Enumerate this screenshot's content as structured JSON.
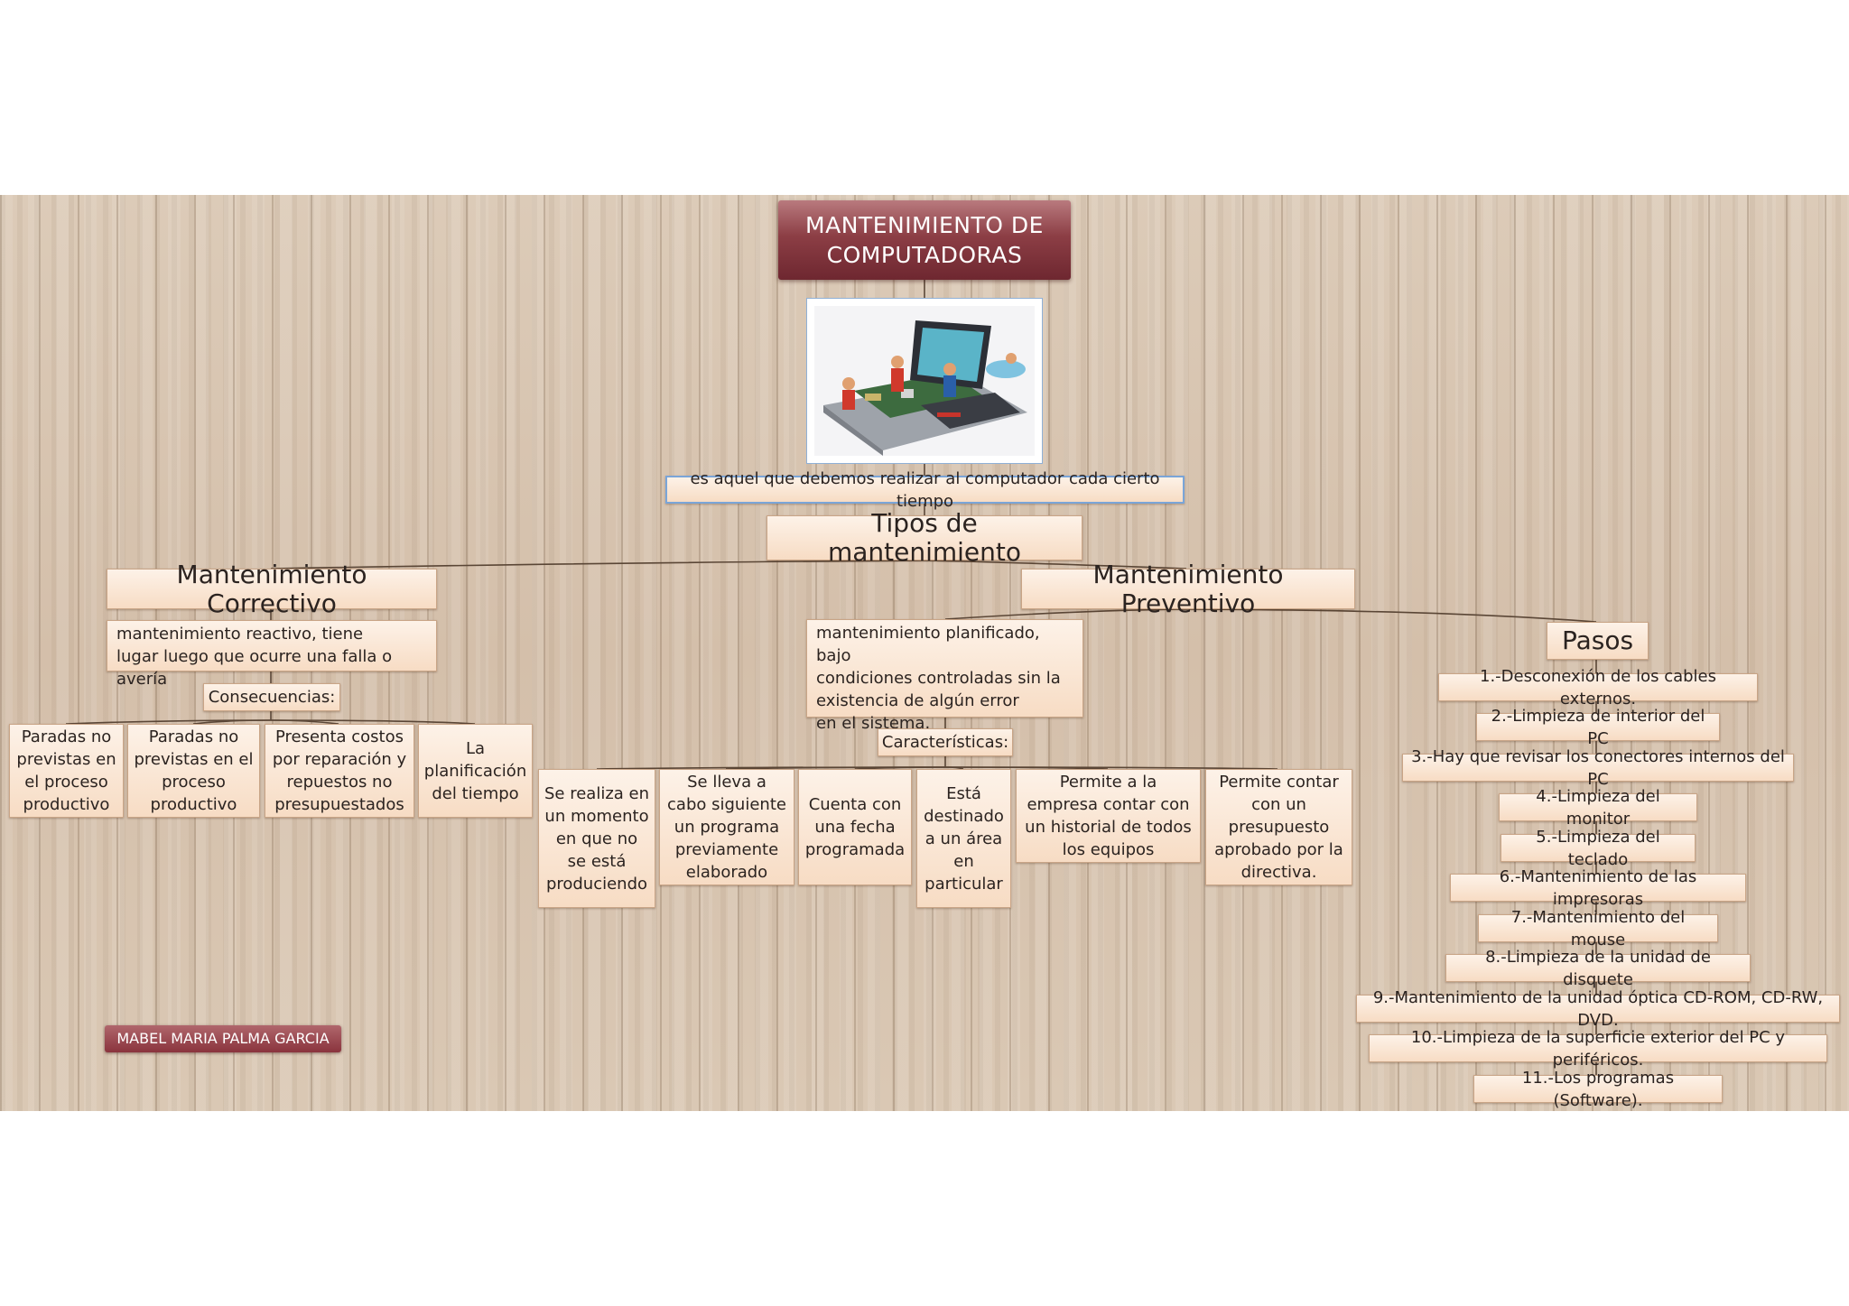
{
  "title": "MANTENIMIENTO DE COMPUTADORAS",
  "definition": "es aquel que debemos realizar al computador cada cierto tiempo",
  "types_heading": "Tipos de mantenimiento",
  "corrective": {
    "label": "Mantenimiento Correctivo",
    "description_lines": [
      "mantenimiento reactivo, tiene",
      "lugar luego que ocurre una falla o avería"
    ],
    "consequences_label": "Consecuencias:",
    "consequences": [
      "Paradas no previstas en el proceso productivo",
      "Paradas no previstas en el proceso productivo",
      "Presenta costos por reparación y repuestos no presupuestados",
      "La planificación del tiempo"
    ]
  },
  "preventive": {
    "label": "Mantenimiento Preventivo",
    "description_lines": [
      "mantenimiento planificado,  bajo",
      "condiciones controladas sin la",
      "existencia de algún error",
      "en el sistema."
    ],
    "characteristics_label": "Características:",
    "characteristics": [
      "Se realiza en un momento en que no se está produciendo",
      "Se lleva a cabo siguiente un programa previamente elaborado",
      "Cuenta con una fecha programada",
      "Está destinado a un área en particular",
      "Permite a la empresa contar con un historial de todos los equipos",
      "Permite contar con un presupuesto aprobado por la directiva."
    ],
    "steps_label": "Pasos",
    "steps": [
      "1.-Desconexión de los cables externos.",
      "2.-Limpieza de interior del PC",
      "3.-Hay que revisar los conectores internos del PC",
      "4.-Limpieza del monitor",
      "5.-Limpieza del teclado",
      "6.-Mantenimiento de las impresoras",
      "7.-Mantenimiento del mouse",
      "8.-Limpieza de la unidad de disquete",
      "9.-Mantenimiento de la unidad óptica CD-ROM, CD-RW, DVD.",
      "10.-Limpieza de la superficie exterior del PC y periféricos.",
      "11.-Los programas (Software)."
    ]
  },
  "author": "MABEL MARIA PALMA GARCIA",
  "image_icon": "laptop-repair-illustration"
}
